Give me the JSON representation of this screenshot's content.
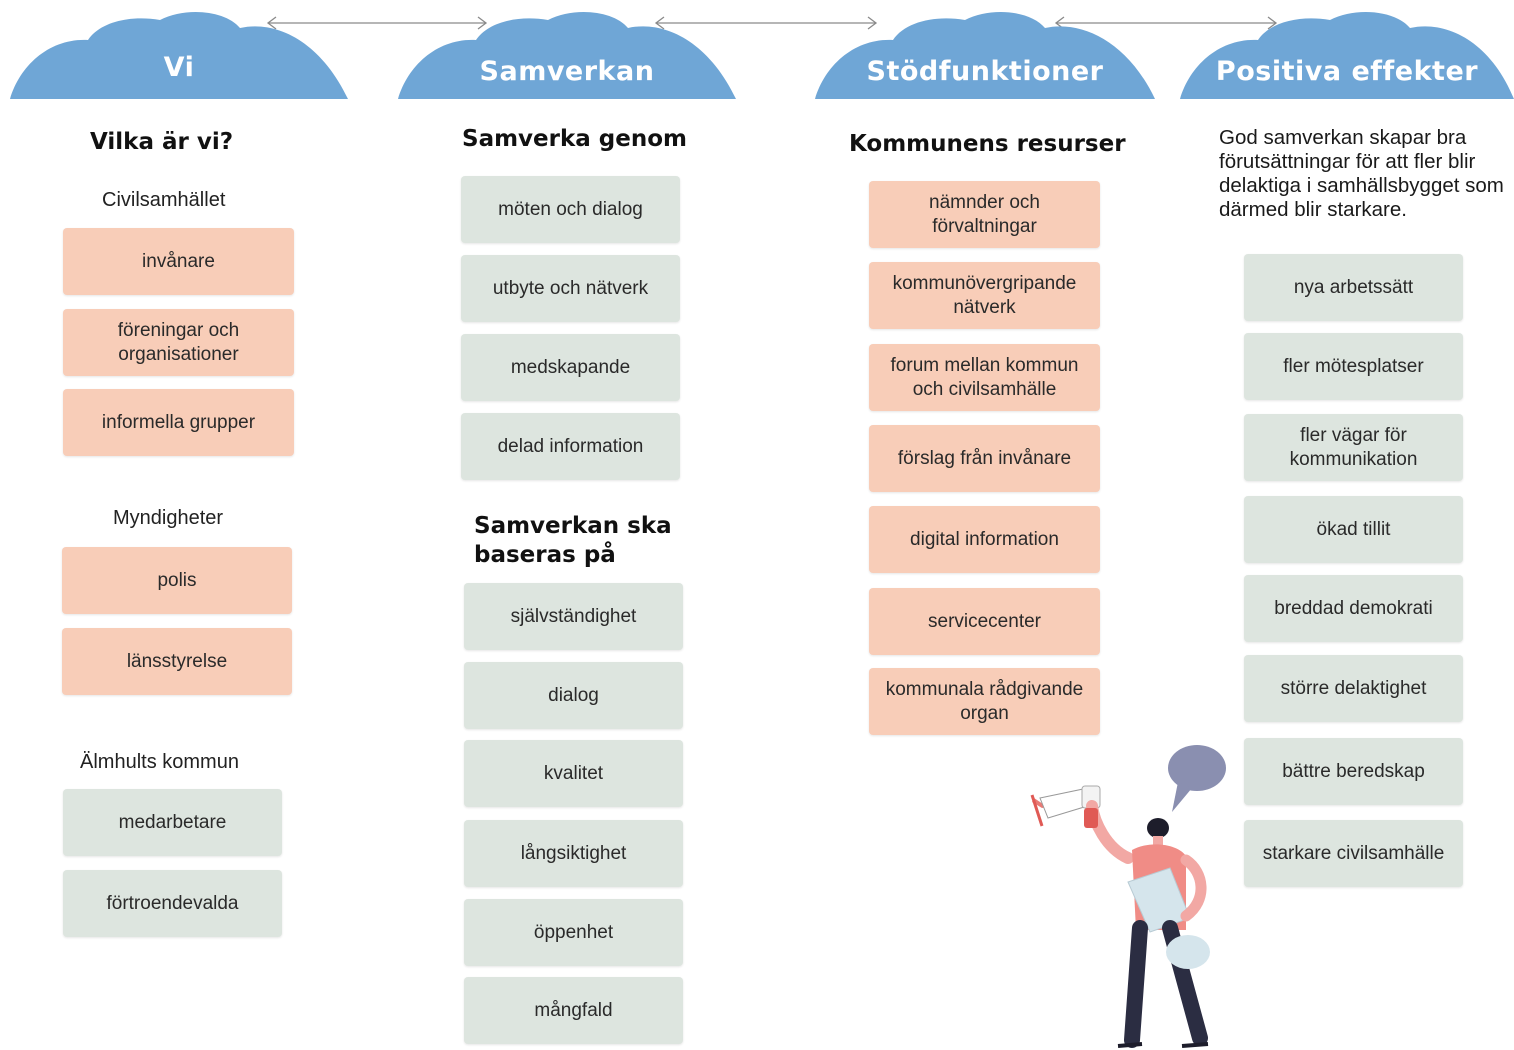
{
  "colors": {
    "cloud": "#6fa6d6",
    "peach": "#f8cdb8",
    "green": "#dde5df",
    "arrow": "#8a8a8a"
  },
  "headers": [
    "Vi",
    "Samverkan",
    "Stödfunktioner",
    "Positiva effekter"
  ],
  "col1": {
    "heading": "Vilka är vi?",
    "civil_label": "Civilsamhället",
    "civil_items": [
      "invånare",
      "föreningar och organisationer",
      "informella grupper"
    ],
    "myndigheter_label": "Myndigheter",
    "myndigheter_items": [
      "polis",
      "länsstyrelse"
    ],
    "kommun_label": "Älmhults kommun",
    "kommun_items": [
      "medarbetare",
      "förtroendevalda"
    ]
  },
  "col2": {
    "heading": "Samverka genom",
    "genom_items": [
      "möten och dialog",
      "utbyte och nätverk",
      "medskapande",
      "delad information"
    ],
    "baseras_heading": "Samverkan ska baseras på",
    "baseras_items": [
      "självständighet",
      "dialog",
      "kvalitet",
      "långsiktighet",
      "öppenhet",
      "mångfald"
    ]
  },
  "col3": {
    "heading": "Kommunens resurser",
    "items": [
      "nämnder och förvaltningar",
      "kommunövergripande nätverk",
      "forum mellan kommun och civilsamhälle",
      "förslag från invånare",
      "digital information",
      "servicecenter",
      "kommunala rådgivande organ"
    ]
  },
  "col4": {
    "intro": "God samverkan skapar bra förutsättningar för att fler blir delaktiga i samhällsbygget som därmed blir starkare.",
    "items": [
      "nya arbetssätt",
      "fler mötesplatser",
      "fler vägar för kommunikation",
      "ökad tillit",
      "breddad demokrati",
      "större delaktighet",
      "bättre beredskap",
      "starkare civilsamhälle"
    ]
  }
}
